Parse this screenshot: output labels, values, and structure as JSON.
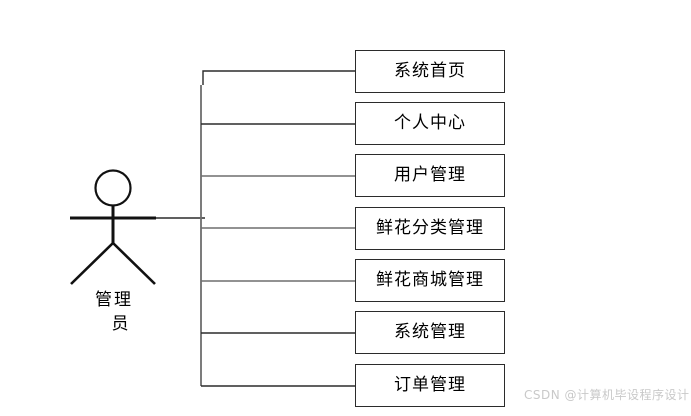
{
  "diagram": {
    "type": "uml-use-case-diagram",
    "background_color": "#ffffff",
    "line_color": "#2b2b2b",
    "text_color": "#000000",
    "actor": {
      "name": "administrator-actor",
      "label_line1": "管理",
      "label_line2": "员",
      "full_label": "管理员"
    },
    "use_cases": [
      {
        "id": "system-home",
        "label": "系统首页"
      },
      {
        "id": "personal-center",
        "label": "个人中心"
      },
      {
        "id": "user-management",
        "label": "用户管理"
      },
      {
        "id": "flower-category-mgmt",
        "label": "鲜花分类管理"
      },
      {
        "id": "flower-mall-mgmt",
        "label": "鲜花商城管理"
      },
      {
        "id": "system-management",
        "label": "系统管理"
      },
      {
        "id": "order-management",
        "label": "订单管理"
      }
    ]
  },
  "watermark": {
    "text": "CSDN @计算机毕设程序设计",
    "color": "#c9c9c9"
  }
}
